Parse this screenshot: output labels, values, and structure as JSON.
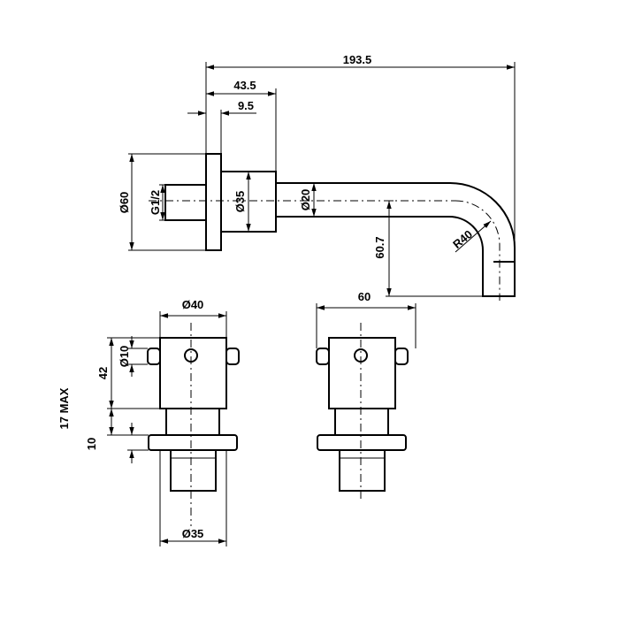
{
  "dimensions": {
    "overall_length": "193.5",
    "plate_to_spout": "43.5",
    "plate_thickness": "9.5",
    "plate_diameter": "Ø60",
    "thread": "G1/2",
    "body_diameter": "Ø35",
    "spout_diameter": "Ø20",
    "bend_radius": "R40",
    "spout_drop": "60.7",
    "handle_diameter": "Ø40",
    "handle_height": "42",
    "lever_diameter": "Ø10",
    "adjust_range": "17 MAX",
    "flange_thickness": "10",
    "sleeve_diameter": "Ø35",
    "lever_span": "60"
  }
}
